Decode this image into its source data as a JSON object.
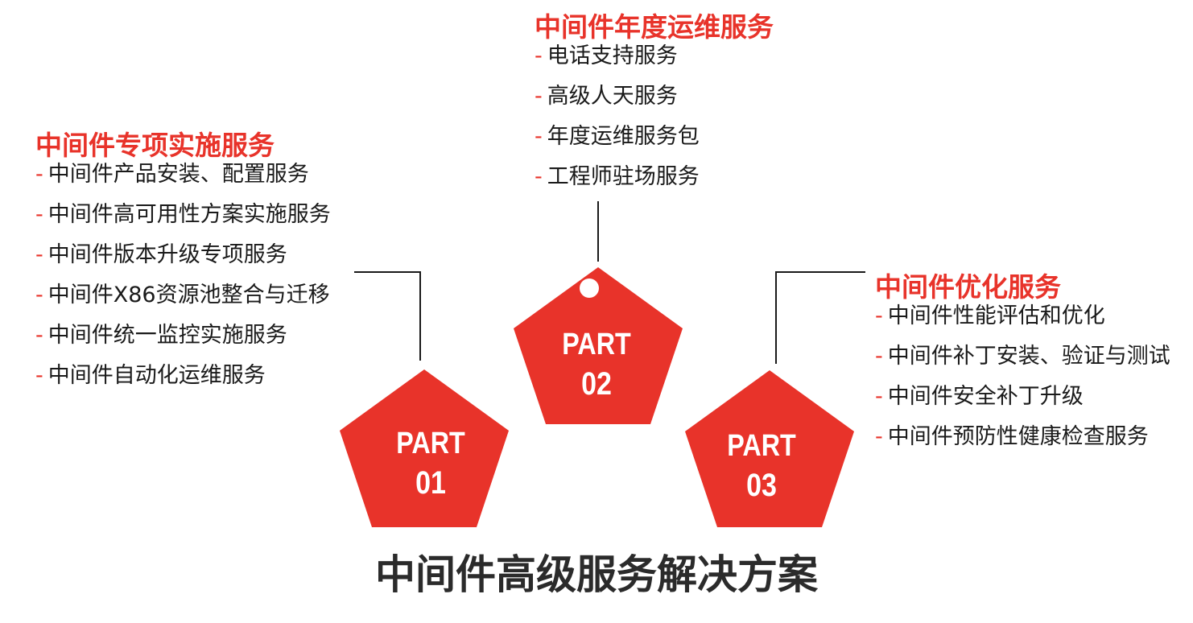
{
  "title": "中间件高级服务解决方案",
  "colors": {
    "accent": "#e8332a",
    "text": "#1a1a1a",
    "title": "#2b2b2b",
    "connector": "#1a1a1a"
  },
  "parts": [
    {
      "label_line1": "PART",
      "label_line2": "01",
      "heading": "中间件专项实施服务",
      "items": [
        "中间件产品安装、配置服务",
        "中间件高可用性方案实施服务",
        "中间件版本升级专项服务",
        "中间件X86资源池整合与迁移",
        "中间件统一监控实施服务",
        "中间件自动化运维服务"
      ]
    },
    {
      "label_line1": "PART",
      "label_line2": "02",
      "heading": "中间件年度运维服务",
      "items": [
        "电话支持服务",
        "高级人天服务",
        "年度运维服务包",
        "工程师驻场服务"
      ]
    },
    {
      "label_line1": "PART",
      "label_line2": "03",
      "heading": "中间件优化服务",
      "items": [
        "中间件性能评估和优化",
        "中间件补丁安装、验证与测试",
        "中间件安全补丁升级",
        "中间件预防性健康检查服务"
      ]
    }
  ],
  "dash": "-"
}
